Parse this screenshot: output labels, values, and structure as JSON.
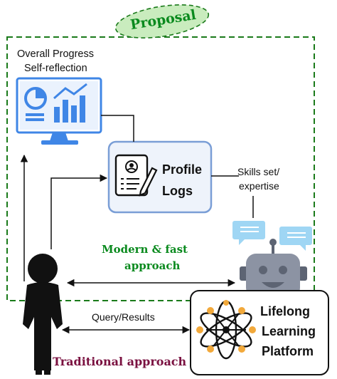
{
  "proposal_label": "Proposal",
  "overall_progress": "Overall Progress",
  "self_reflection": "Self-reflection",
  "profile_logs": {
    "line1": "Profile",
    "line2": "Logs"
  },
  "skills": {
    "line1": "Skills set/",
    "line2": "expertise"
  },
  "modern": {
    "line1": "Modern & fast",
    "line2": "approach"
  },
  "query_results": "Query/Results",
  "lifelong": {
    "line1": "Lifelong",
    "line2": "Learning",
    "line3": "Platform"
  },
  "traditional": "Traditional approach",
  "colors": {
    "proposal_border": "#1a7a1a",
    "proposal_badge_fill": "#c9ecbe",
    "modern_text": "#0a8a1e",
    "traditional_text": "#7a1140",
    "monitor_blue": "#3f86e6",
    "profile_box_fill": "#eef3fb",
    "profile_box_border": "#7a9ed6",
    "robot_gray": "#8c93a3",
    "bubble_blue": "#9fd6f4"
  },
  "icons": [
    "monitor-chart-icon",
    "profile-document-icon",
    "person-icon",
    "robot-icon",
    "chat-bubble-icon",
    "atom-network-icon"
  ]
}
